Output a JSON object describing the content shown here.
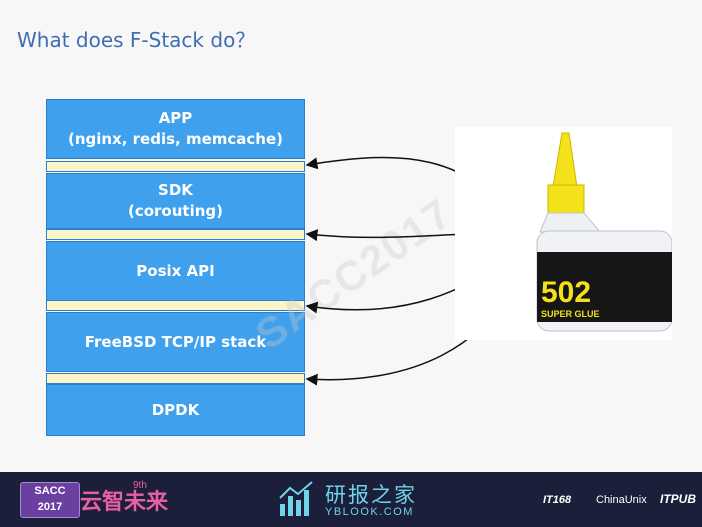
{
  "slide": {
    "title": "What does F-Stack do？"
  },
  "stack": {
    "layers": [
      {
        "line1": "APP",
        "line2": "(nginx, redis, memcache)"
      },
      {
        "line1": "SDK",
        "line2": "(corouting)"
      },
      {
        "line1": "Posix API",
        "line2": ""
      },
      {
        "line1": "FreeBSD TCP/IP stack",
        "line2": ""
      },
      {
        "line1": "DPDK",
        "line2": ""
      }
    ]
  },
  "watermark": "SACC2017",
  "glue_bottle": {
    "label_number": "502",
    "label_text": "SUPER GLUE"
  },
  "footer": {
    "badge_line1": "SACC",
    "badge_line2": "2017",
    "event_name": "云智未来",
    "edition": "9th",
    "site_cn": "研报之家",
    "site_en": "YBLOOK.COM",
    "logo1": "IT168",
    "logo2": "ChinaUnix",
    "logo3": "ITPUB"
  },
  "colors": {
    "layer_fill": "#3fa0ee",
    "glue_fill": "#fbf5c8",
    "title": "#3f6db3",
    "footer_bg": "#1b1f3a"
  }
}
